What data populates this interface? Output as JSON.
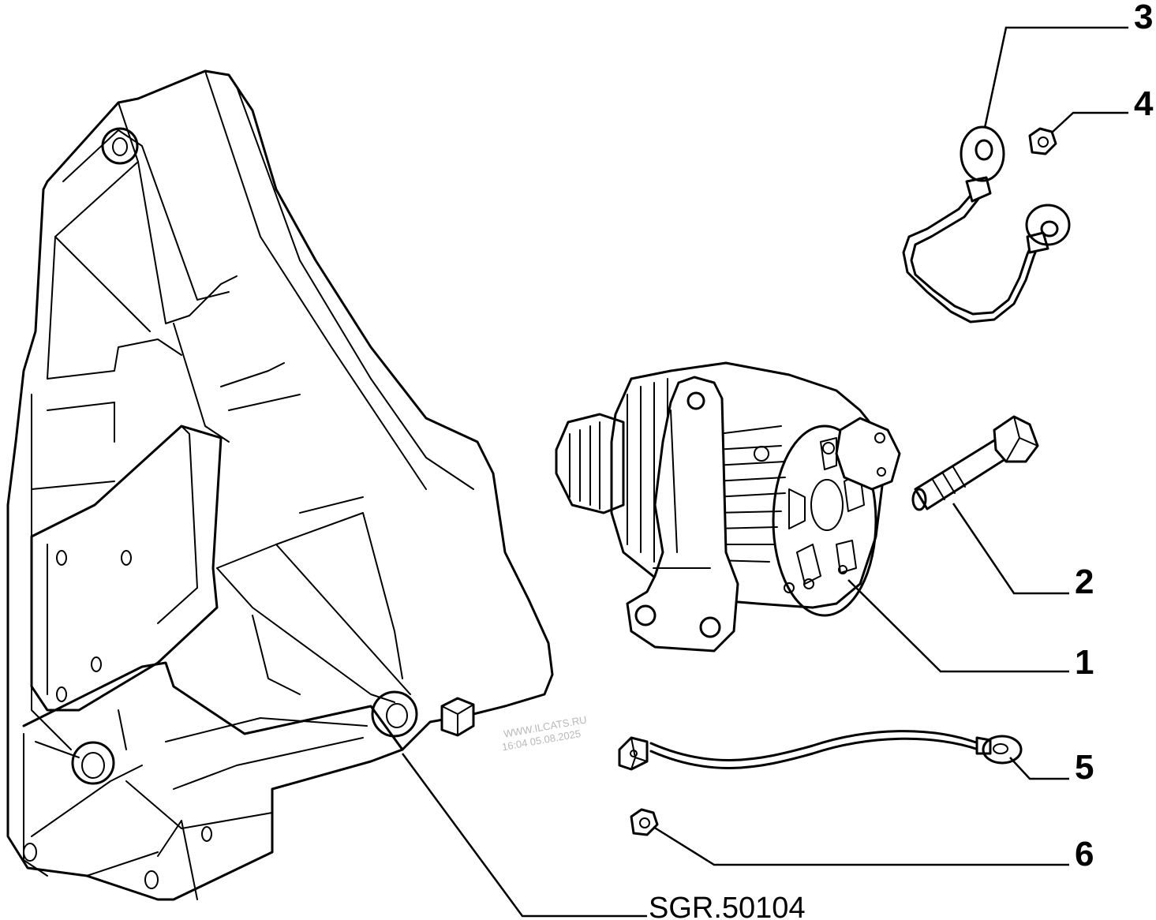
{
  "callouts": {
    "c1": "1",
    "c2": "2",
    "c3": "3",
    "c4": "4",
    "c5": "5",
    "c6": "6"
  },
  "reference": "SGR.50104",
  "watermark": {
    "line1": "WWW.ILCATS.RU",
    "line2": "16:04 05.08.2025"
  },
  "parts_icons": [
    "bracket-icon",
    "alternator-icon",
    "bolt-icon",
    "ground-cable-icon",
    "nut-icon",
    "earth-strap-icon"
  ]
}
